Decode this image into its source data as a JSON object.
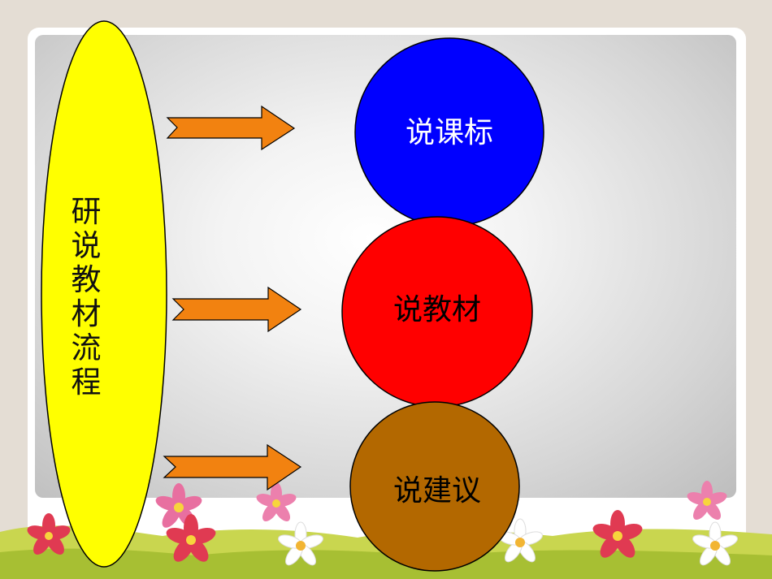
{
  "diagram": {
    "source_label_chars": [
      "研",
      "说",
      "教",
      "材",
      "流",
      "程"
    ],
    "nodes": [
      {
        "label": "说课标",
        "fill": "#0000ff",
        "text_color": "#ffffff"
      },
      {
        "label": "说教材",
        "fill": "#ff0000",
        "text_color": "#000000"
      },
      {
        "label": "说建议",
        "fill": "#b36800",
        "text_color": "#000000"
      }
    ],
    "colors": {
      "ellipse_fill": "#ffff00",
      "arrow_fill": "#f28210",
      "outline": "#000000",
      "panel_bg": "#d8d8d8"
    }
  }
}
